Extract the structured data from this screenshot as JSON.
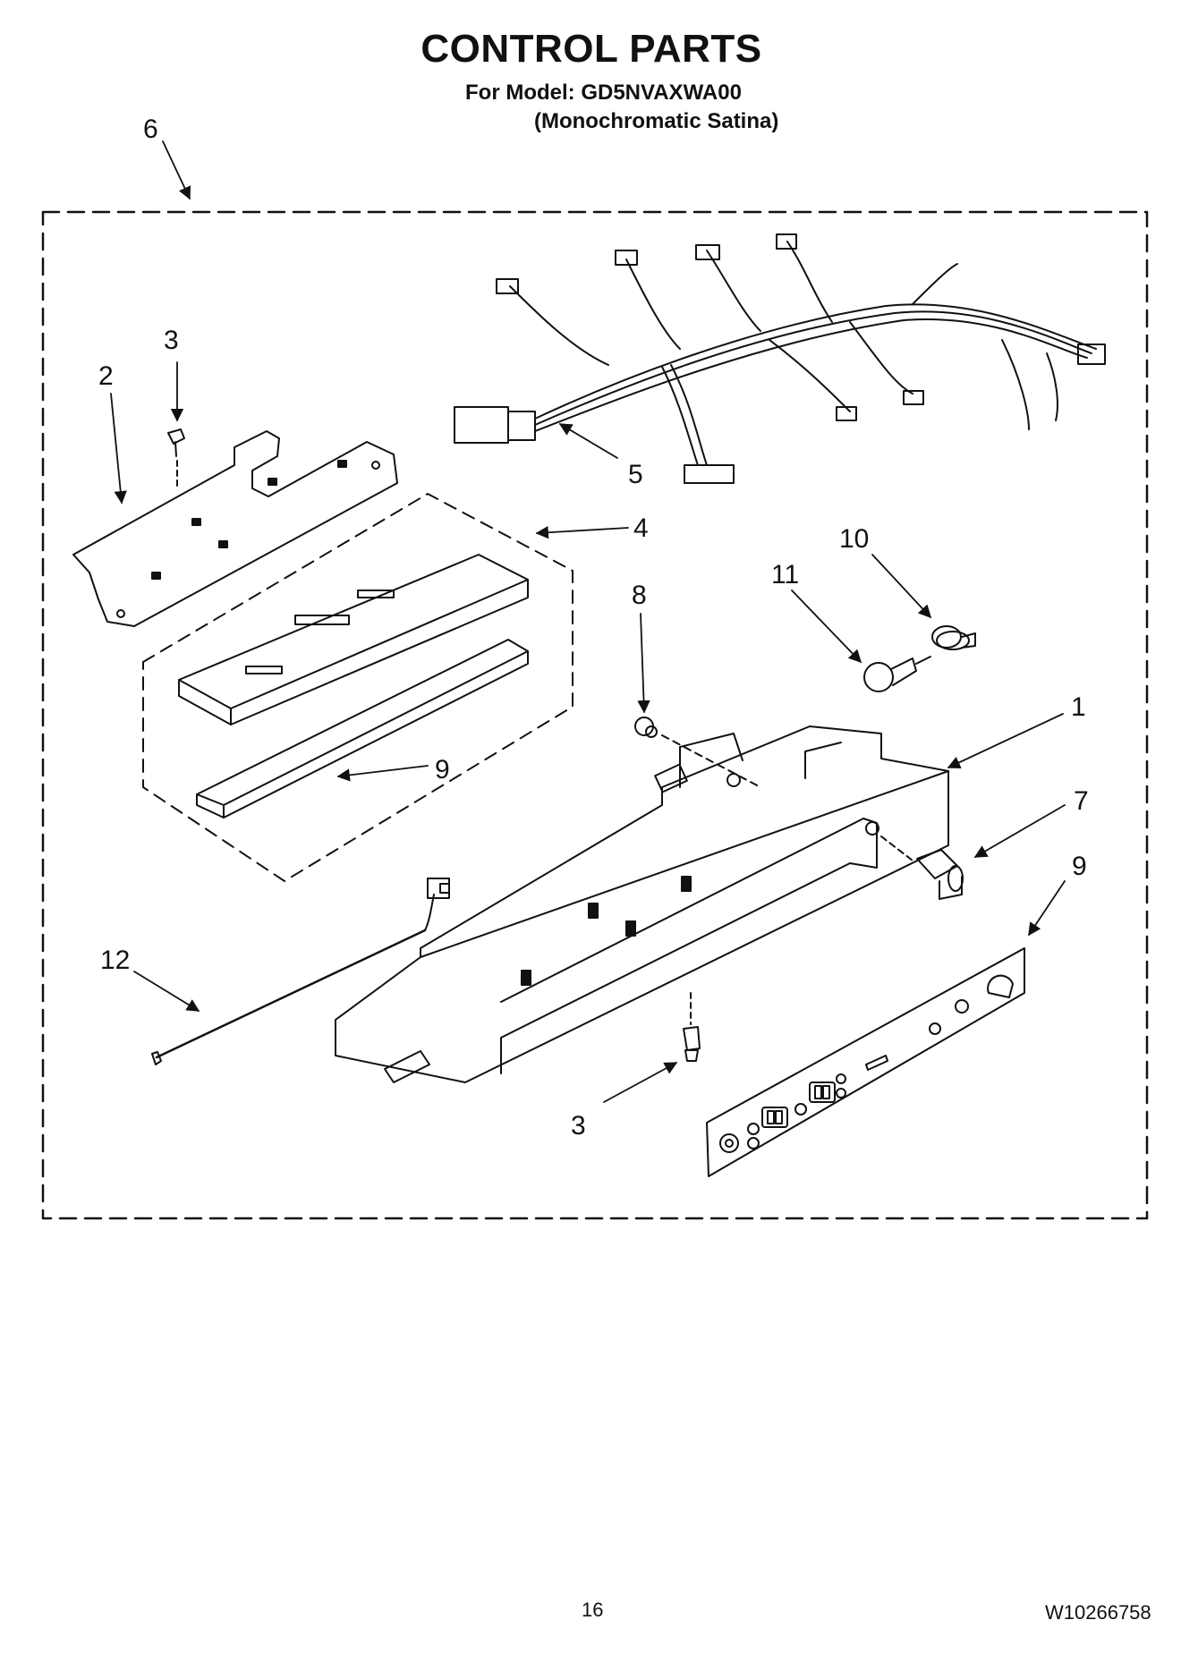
{
  "header": {
    "title": "CONTROL PARTS",
    "model_line": "For Model: GD5NVAXWA00",
    "variant_line": "(Monochromatic Satina)"
  },
  "callouts": [
    {
      "id": "c6",
      "label": "6"
    },
    {
      "id": "c3a",
      "label": "3"
    },
    {
      "id": "c2",
      "label": "2"
    },
    {
      "id": "c5",
      "label": "5"
    },
    {
      "id": "c4",
      "label": "4"
    },
    {
      "id": "c10",
      "label": "10"
    },
    {
      "id": "c11",
      "label": "11"
    },
    {
      "id": "c8",
      "label": "8"
    },
    {
      "id": "c1",
      "label": "1"
    },
    {
      "id": "c9a",
      "label": "9"
    },
    {
      "id": "c7",
      "label": "7"
    },
    {
      "id": "c9b",
      "label": "9"
    },
    {
      "id": "c12",
      "label": "12"
    },
    {
      "id": "c3b",
      "label": "3"
    }
  ],
  "footer": {
    "page_number": "16",
    "document_id": "W10266758"
  }
}
